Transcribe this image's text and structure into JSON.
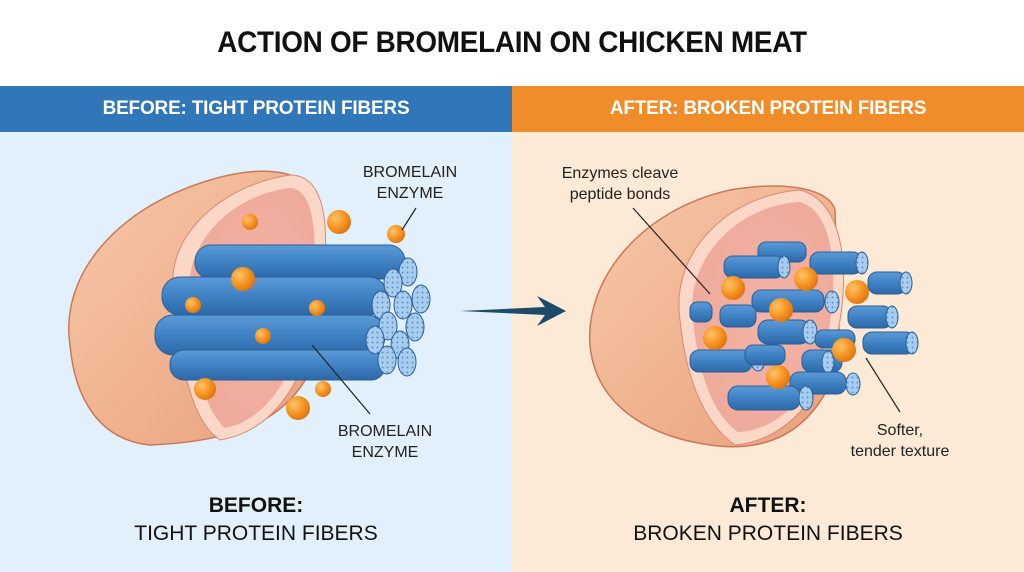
{
  "title": "ACTION OF BROMELAIN ON CHICKEN MEAT",
  "banners": {
    "before": "BEFORE: TIGHT PROTEIN FIBERS",
    "after": "AFTER: BROKEN PROTEIN FIBERS"
  },
  "colors": {
    "before_banner": "#2f77b8",
    "after_banner": "#f08d2a",
    "before_bg": "#e2f0fb",
    "after_bg": "#fce9d6",
    "fiber": "#3f82c4",
    "enzyme": "#f5921e",
    "meat": "#f2b493",
    "arrow": "#1d4a6b"
  },
  "before_panel": {
    "label_top": [
      "BROMELAIN",
      "ENZYME"
    ],
    "label_bottom": [
      "BROMELAIN",
      "ENZYME"
    ],
    "caption_head": "BEFORE:",
    "caption_sub": "TIGHT PROTEIN FIBERS"
  },
  "after_panel": {
    "label_top": [
      "Enzymes cleave",
      "peptide bonds"
    ],
    "label_bottom": [
      "Softer,",
      "tender texture"
    ],
    "caption_head": "AFTER:",
    "caption_sub": "BROKEN PROTEIN FIBERS"
  }
}
